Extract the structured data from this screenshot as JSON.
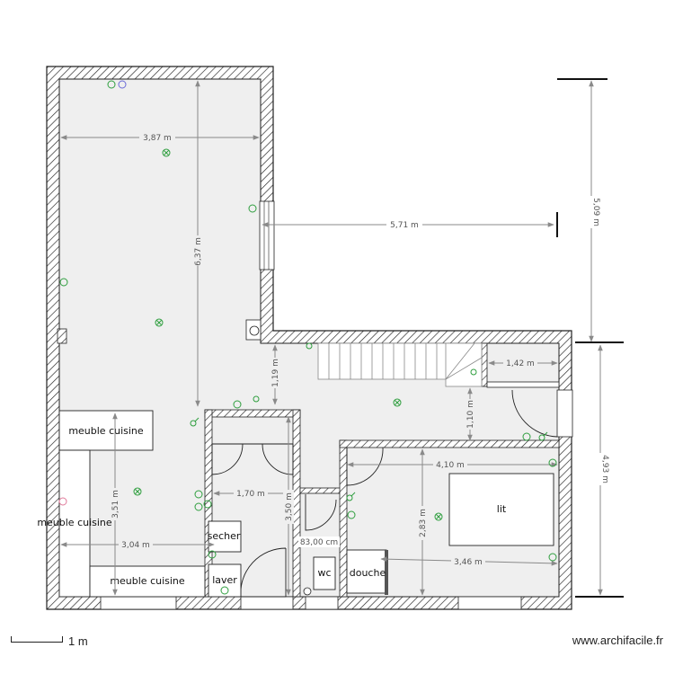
{
  "plan": {
    "dimensions": {
      "kitchen_width": "3,87 m",
      "kitchen_height": "6,37 m",
      "window_offset": "5,71 m",
      "upper_height": "5,09 m",
      "lower_height": "4,93 m",
      "corridor_depth": "1,19 m",
      "closet_width": "1,42 m",
      "hall_depth": "1,10 m",
      "laundry_width": "1,70 m",
      "laundry_height": "3,50 m",
      "wc_width": "83,00 cm",
      "bedroom_width": "4,10 m",
      "bedroom_height": "2,83 m",
      "bedroom_lower_width": "3,46 m",
      "kitchen_lower_height": "3,51 m",
      "kitchen_lower_width": "3,04 m"
    },
    "furniture": {
      "kitchen_unit_top": "meuble cuisine",
      "kitchen_unit_left": "meuble cuisine",
      "kitchen_unit_bottom": "meuble cuisine",
      "dryer": "secher",
      "washer": "laver",
      "toilet": "wc",
      "shower": "douche",
      "bed": "lit"
    },
    "colors": {
      "wall_hatch": "#222222",
      "floor": "#efefef",
      "dimension": "#8a8a8a",
      "electric_symbol": "#2e9e3e",
      "blue_symbol": "#6a6ad8",
      "pink_symbol": "#e07a9a"
    }
  },
  "footer": {
    "scale_label": "1 m",
    "website": "www.archifacile.fr"
  }
}
